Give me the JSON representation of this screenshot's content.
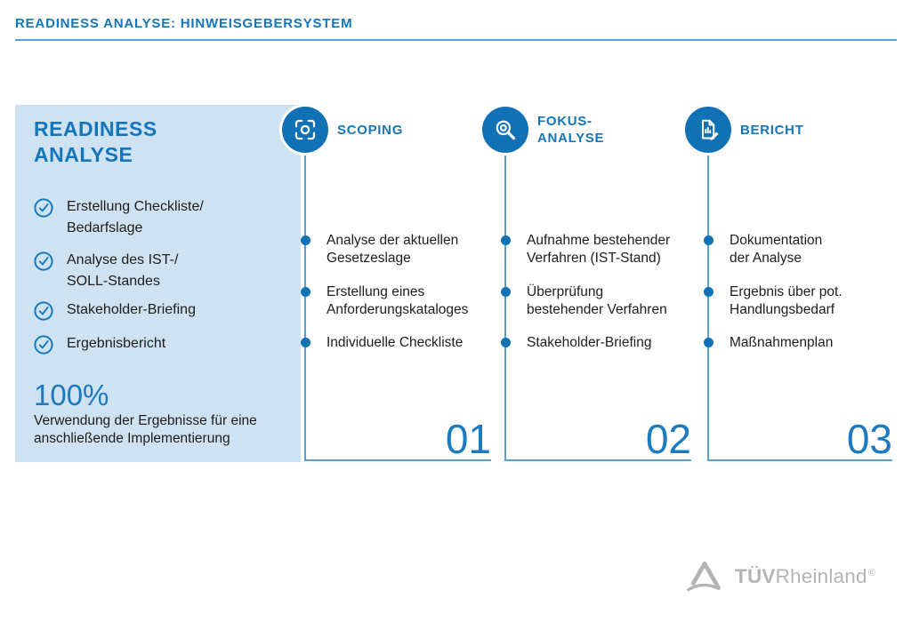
{
  "header": {
    "title": "READINESS ANALYSE: HINWEISGEBERSYSTEM"
  },
  "panel": {
    "title": "READINESS\nANALYSE",
    "checklist": [
      "Erstellung Checkliste/\nBedarfslage",
      "Analyse des IST-/\nSOLL-Standes",
      "Stakeholder-Briefing",
      "Ergebnisbericht"
    ],
    "percent": "100%",
    "percent_caption": "Verwendung der Ergebnisse für eine\nanschließende Implementierung"
  },
  "columns": [
    {
      "label": "SCOPING",
      "icon": "scope-target-icon",
      "number": "01",
      "items": [
        "Analyse der aktuellen\nGesetzeslage",
        "Erstellung eines\nAnforderungskataloges",
        "Individuelle Checkliste"
      ]
    },
    {
      "label": "FOKUS-\nANALYSE",
      "icon": "magnifier-icon",
      "number": "02",
      "items": [
        "Aufnahme bestehender\nVerfahren (IST-Stand)",
        "Überprüfung\nbestehender Verfahren",
        "Stakeholder-Briefing"
      ]
    },
    {
      "label": "BERICHT",
      "icon": "report-document-icon",
      "number": "03",
      "items": [
        "Dokumentation\nder Analyse",
        "Ergebnis über pot.\nHandlungsbedarf",
        "Maßnahmenplan"
      ]
    }
  ],
  "footer": {
    "logo_bold": "TÜV",
    "logo_regular": "Rheinland",
    "registered": "®"
  },
  "colors": {
    "primary_blue": "#1476ba",
    "icon_circle_blue": "#1171b5",
    "panel_bg": "#cfe2f1",
    "line_blue": "#5b9fd4",
    "number_blue": "#1c7bc0",
    "text_dark": "#1d1d1b",
    "logo_gray": "#b4b4b4"
  }
}
